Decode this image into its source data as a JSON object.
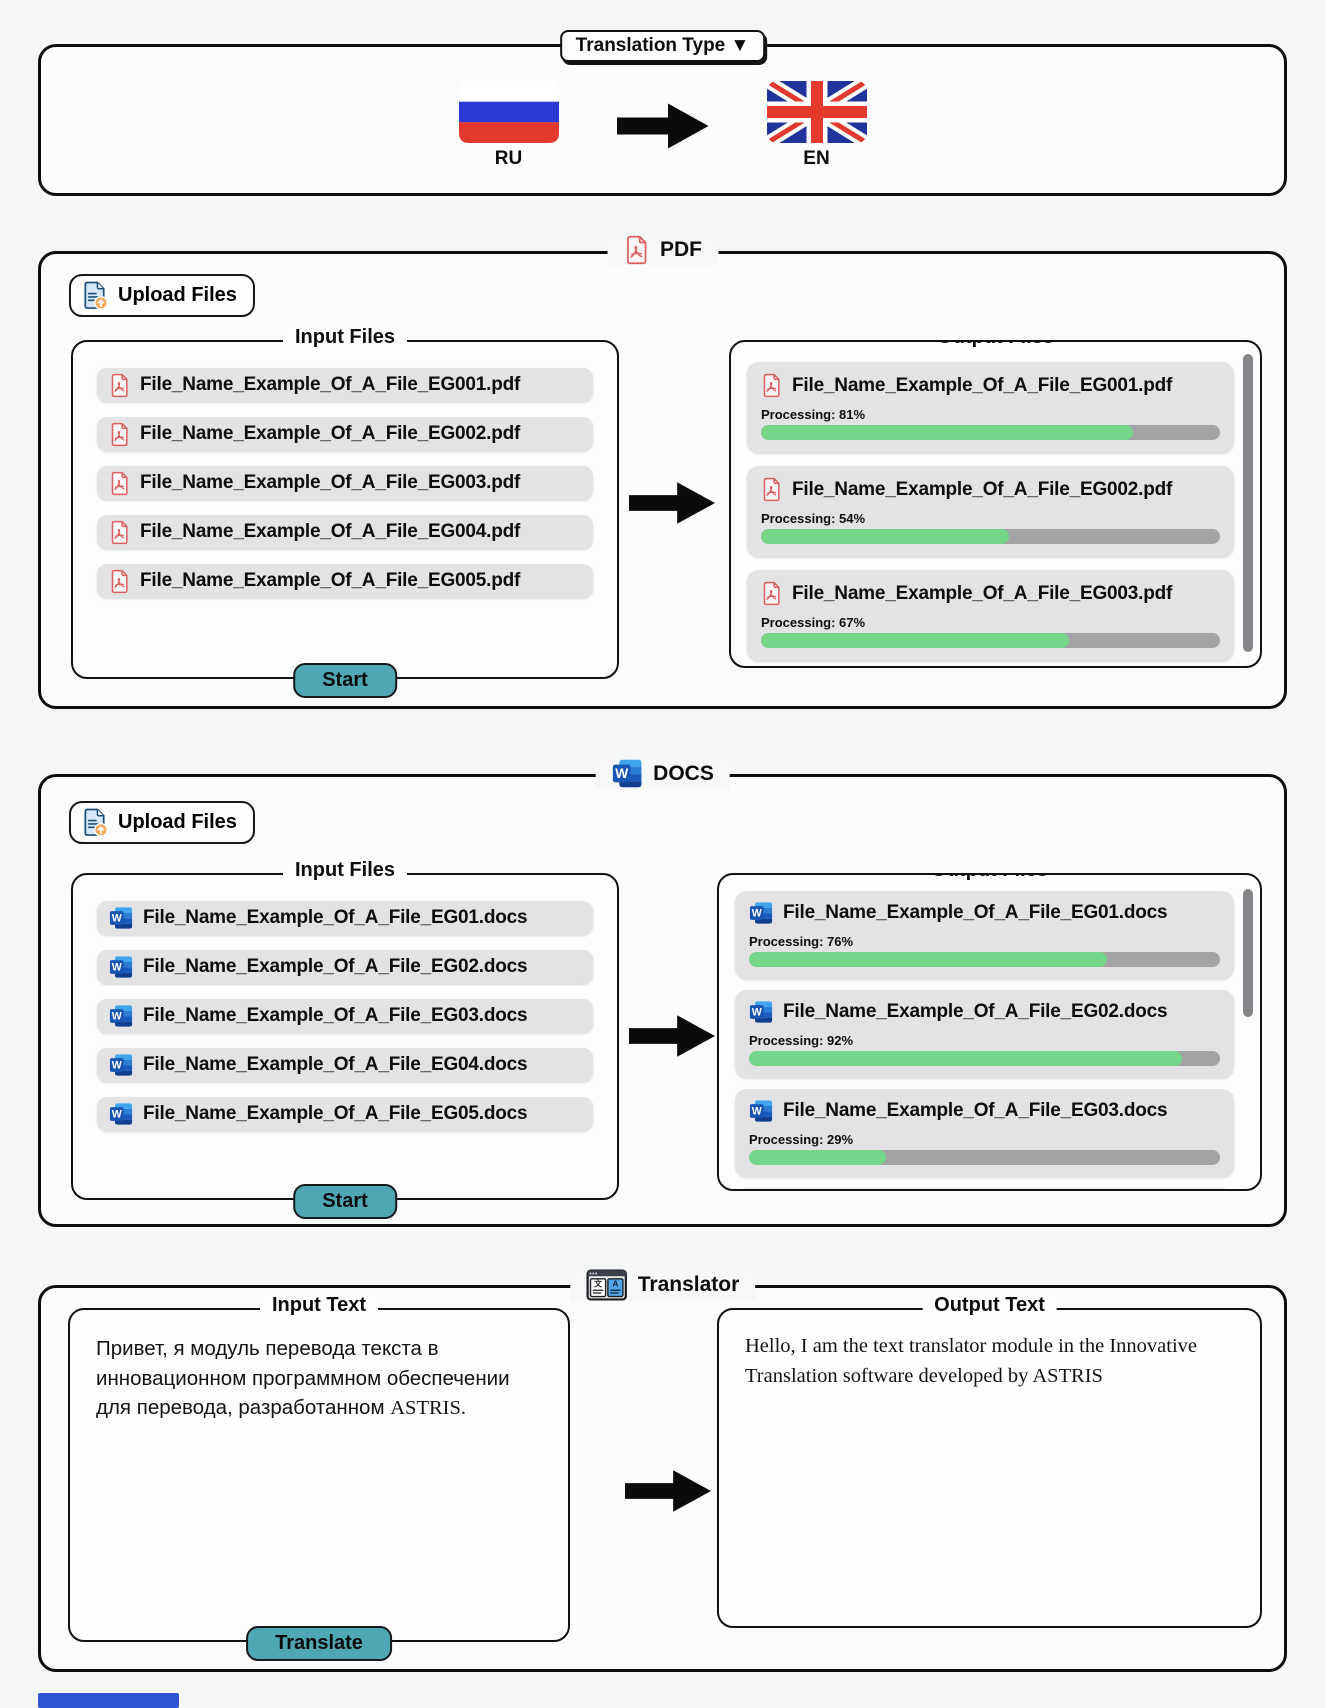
{
  "translation_type": {
    "label": "Translation Type ▼",
    "source_code": "RU",
    "target_code": "EN"
  },
  "pdf": {
    "title": "PDF",
    "upload_label": "Upload Files",
    "input_title": "Input Files",
    "output_title": "Output Files",
    "start_label": "Start",
    "input_files": [
      "File_Name_Example_Of_A_File_EG001.pdf",
      "File_Name_Example_Of_A_File_EG002.pdf",
      "File_Name_Example_Of_A_File_EG003.pdf",
      "File_Name_Example_Of_A_File_EG004.pdf",
      "File_Name_Example_Of_A_File_EG005.pdf"
    ],
    "output_files": [
      {
        "name": "File_Name_Example_Of_A_File_EG001.pdf",
        "processing_label": "Processing: 81%",
        "percent": 81
      },
      {
        "name": "File_Name_Example_Of_A_File_EG002.pdf",
        "processing_label": "Processing: 54%",
        "percent": 54
      },
      {
        "name": "File_Name_Example_Of_A_File_EG003.pdf",
        "processing_label": "Processing: 67%",
        "percent": 67
      }
    ]
  },
  "docs": {
    "title": "DOCS",
    "upload_label": "Upload Files",
    "input_title": "Input Files",
    "output_title": "Output Files",
    "start_label": "Start",
    "input_files": [
      "File_Name_Example_Of_A_File_EG01.docs",
      "File_Name_Example_Of_A_File_EG02.docs",
      "File_Name_Example_Of_A_File_EG03.docs",
      "File_Name_Example_Of_A_File_EG04.docs",
      "File_Name_Example_Of_A_File_EG05.docs"
    ],
    "output_files": [
      {
        "name": "File_Name_Example_Of_A_File_EG01.docs",
        "processing_label": "Processing: 76%",
        "percent": 76
      },
      {
        "name": "File_Name_Example_Of_A_File_EG02.docs",
        "processing_label": "Processing: 92%",
        "percent": 92
      },
      {
        "name": "File_Name_Example_Of_A_File_EG03.docs",
        "processing_label": "Processing: 29%",
        "percent": 29
      }
    ]
  },
  "translator": {
    "title": "Translator",
    "input_title": "Input Text",
    "output_title": "Output Text",
    "translate_label": "Translate",
    "input_text": "Привет, я модуль перевода текста в инновационном программном обеспечении для перевода, разработанном ",
    "input_text_brand": "ASTRIS.",
    "output_text": "Hello, I am the text translator module in the Innovative Translation software developed by ASTRIS"
  },
  "icons": {
    "pdf_icon": "pdf-document",
    "word_icon": "word-document",
    "word_letter": "W",
    "upload_icon": "document-upload",
    "translator_icon": "translator-window",
    "arrow_icon": "right-arrow"
  },
  "colors": {
    "accent_teal": "#4ea7b2",
    "progress_green": "#74d689",
    "progress_track": "#a3a3a5",
    "pdf_red": "#dd5f5f",
    "word_blue": "#185abd",
    "item_gray": "#e3e3e5",
    "border_black": "#0e0e10",
    "bottom_bar_blue": "#2f55d4"
  }
}
